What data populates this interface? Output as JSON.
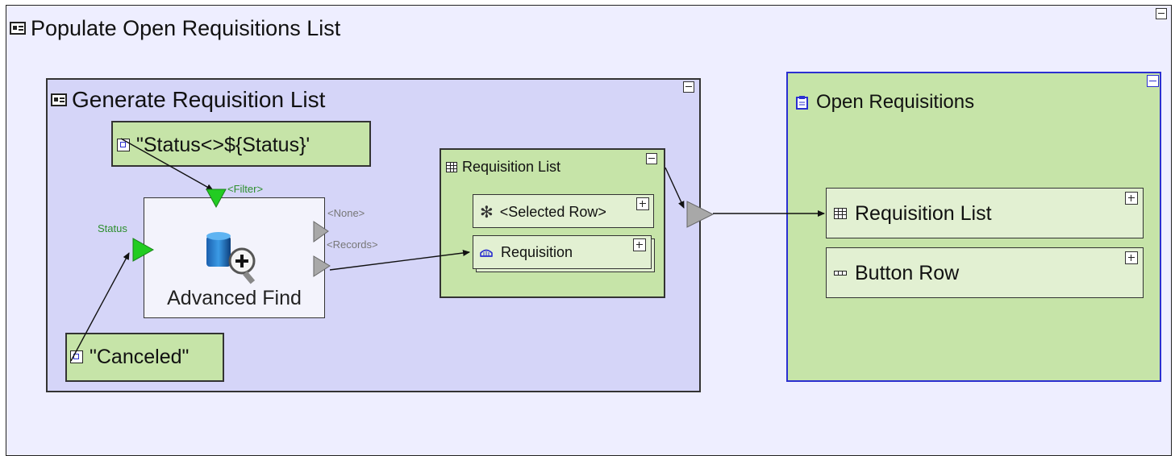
{
  "diagram": {
    "outer": {
      "title": "Populate Open Requisitions List",
      "icon": "panel-icon"
    },
    "generate": {
      "title": "Generate Requisition List",
      "icon": "panel-icon",
      "filter_expr": "\"Status<>${Status}'",
      "canceled_value": "\"Canceled\"",
      "advanced_find": {
        "label": "Advanced Find",
        "icon": "database-search-icon",
        "inputs": {
          "status": "Status",
          "filter": "<Filter>"
        },
        "outputs": {
          "none": "<None>",
          "records": "<Records>"
        }
      },
      "requisition_list": {
        "title": "Requisition List",
        "icon": "table-icon",
        "rows": [
          {
            "label": "<Selected Row>",
            "icon": "asterisk-icon"
          },
          {
            "label": "Requisition",
            "icon": "record-icon"
          }
        ]
      }
    },
    "open_requisitions": {
      "title": "Open Requisitions",
      "icon": "clipboard-icon",
      "rows": [
        {
          "label": "Requisition List",
          "icon": "table-icon"
        },
        {
          "label": "Button Row",
          "icon": "button-row-icon"
        }
      ]
    },
    "colors": {
      "canvas": "#eeeeff",
      "inner_panel": "#d5d5f8",
      "green_panel": "#c6e4a8",
      "light_row": "#e2f0d2",
      "port_green": "#22cc22",
      "port_grey": "#a8a8a8",
      "accent_border": "#2b2fd0"
    }
  }
}
